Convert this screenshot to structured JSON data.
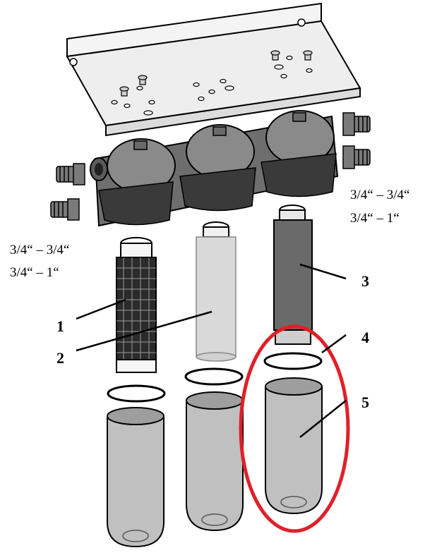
{
  "labels": {
    "part1": "1",
    "part2": "2",
    "part3": "3",
    "part4": "4",
    "part5": "5"
  },
  "thread_sizes_left": {
    "line1": "3/4“ – 3/4“",
    "line2": "3/4“ – 1“"
  },
  "thread_sizes_right": {
    "line1": "3/4“ – 3/4“",
    "line2": "3/4“ – 1“"
  },
  "colors": {
    "highlight": "#e0202a",
    "housing": "#6e6e6e",
    "bracket": "#f2f2f2",
    "bowl": "#b8b8b8",
    "carbon_cartridge": "#6a6a6a",
    "pp_cartridge": "#d9d9d9"
  },
  "icons": {
    "bracket": "wall-bracket-icon",
    "housing": "triple-filter-head-icon",
    "fittings": "threaded-fitting-icon",
    "cartridges": "filter-cartridge-icon",
    "bowls": "filter-bowl-icon",
    "seals": "o-ring-icon"
  }
}
